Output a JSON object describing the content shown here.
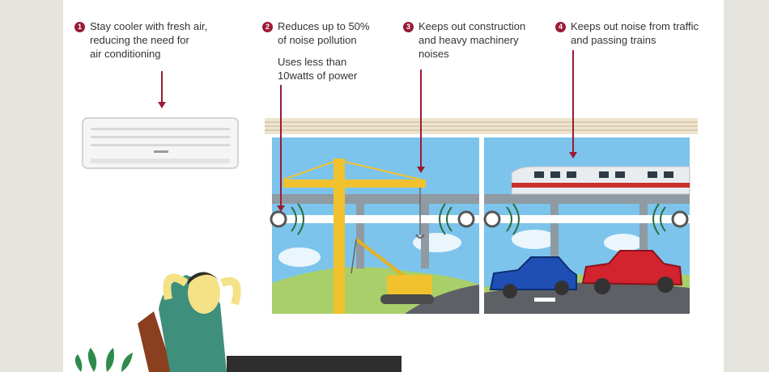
{
  "callouts": [
    {
      "number": "1",
      "text": "Stay cooler with fresh air,\nreducing the need for\nair conditioning"
    },
    {
      "number": "2",
      "text": "Reduces up to 50%\nof noise pollution"
    },
    {
      "number": "3",
      "text": "Keeps out construction\nand heavy machinery\nnoises"
    },
    {
      "number": "4",
      "text": "Keeps out noise from traffic\nand passing trains"
    }
  ],
  "power_note": "Uses less than\n10watts of power",
  "colors": {
    "accent": "#9b1b35",
    "sky": "#7cc4ec",
    "crane": "#f2c12e",
    "bridge": "#8f9aa3",
    "road": "#5d6065",
    "grass": "#a8cf6a",
    "car_blue": "#1f4fb4",
    "car_red": "#d2232f",
    "train_red": "#c9302c"
  },
  "icons": [
    "air-conditioner-icon",
    "crane-icon",
    "excavator-icon",
    "train-icon",
    "car-icon",
    "sound-wave-icon",
    "person-icon",
    "plant-icon"
  ]
}
